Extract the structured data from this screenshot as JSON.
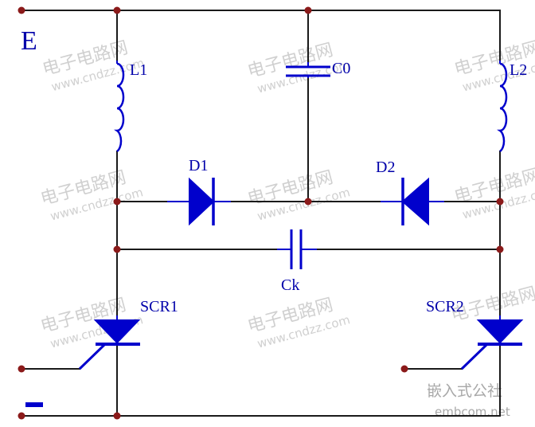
{
  "colors": {
    "wire": "#1a1a1a",
    "component": "#0000cc",
    "junction": "#8b1a1a",
    "label": "#0000aa",
    "watermark": "#d0d0d0"
  },
  "labels": {
    "supply_plus": "E",
    "supply_minus": "-",
    "inductor_left": "L1",
    "inductor_right": "L2",
    "capacitor_top": "C0",
    "capacitor_bottom": "Ck",
    "diode_left": "D1",
    "diode_right": "D2",
    "scr_left": "SCR1",
    "scr_right": "SCR2"
  },
  "watermarks": {
    "site_cn": "电子电路网",
    "site_url": "www.cndzz.com",
    "corner_cn": "嵌入式公社",
    "corner_url": "embcom.net"
  }
}
